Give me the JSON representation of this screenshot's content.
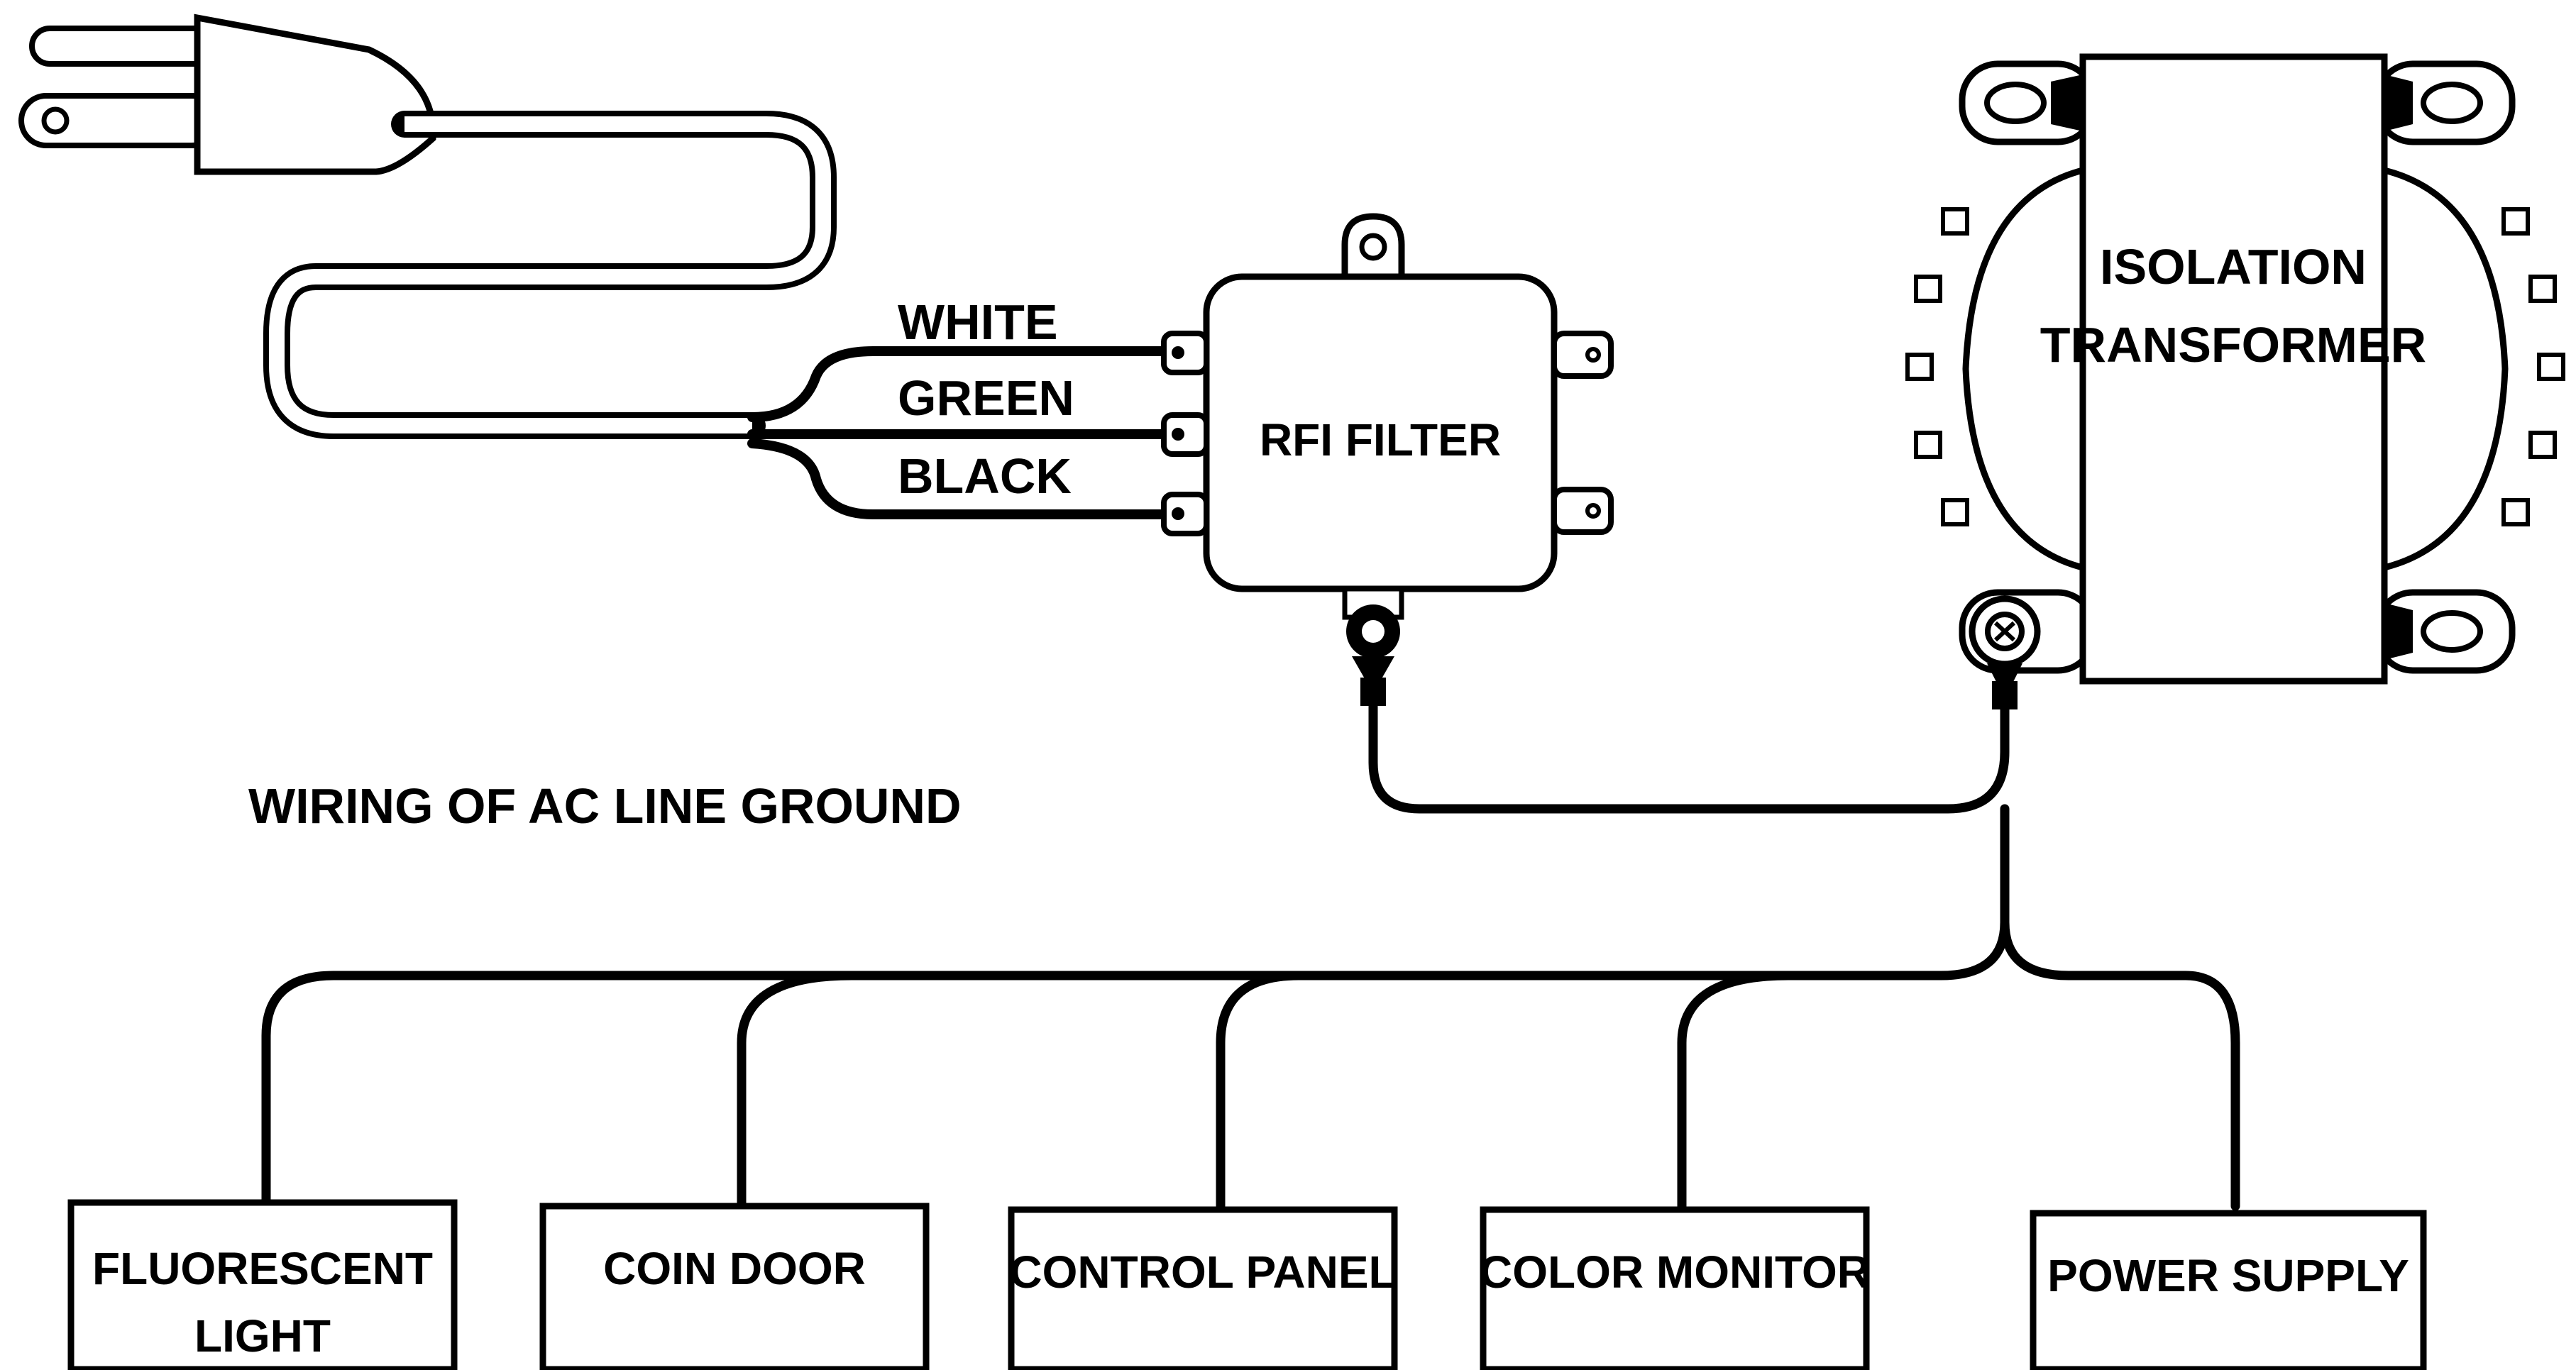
{
  "caption": "WIRING OF AC LINE GROUND",
  "wires": {
    "white": "WHITE",
    "green": "GREEN",
    "black": "BLACK"
  },
  "rfi_filter": "RFI FILTER",
  "transformer": {
    "line1": "ISOLATION",
    "line2": "TRANSFORMER"
  },
  "destinations": [
    {
      "line1": "FLUORESCENT",
      "line2": "LIGHT"
    },
    {
      "line1": "COIN DOOR",
      "line2": ""
    },
    {
      "line1": "CONTROL PANEL",
      "line2": ""
    },
    {
      "line1": "COLOR MONITOR",
      "line2": ""
    },
    {
      "line1": "POWER SUPPLY",
      "line2": ""
    }
  ],
  "colors": {
    "line": "#000000",
    "background": "#ffffff"
  }
}
